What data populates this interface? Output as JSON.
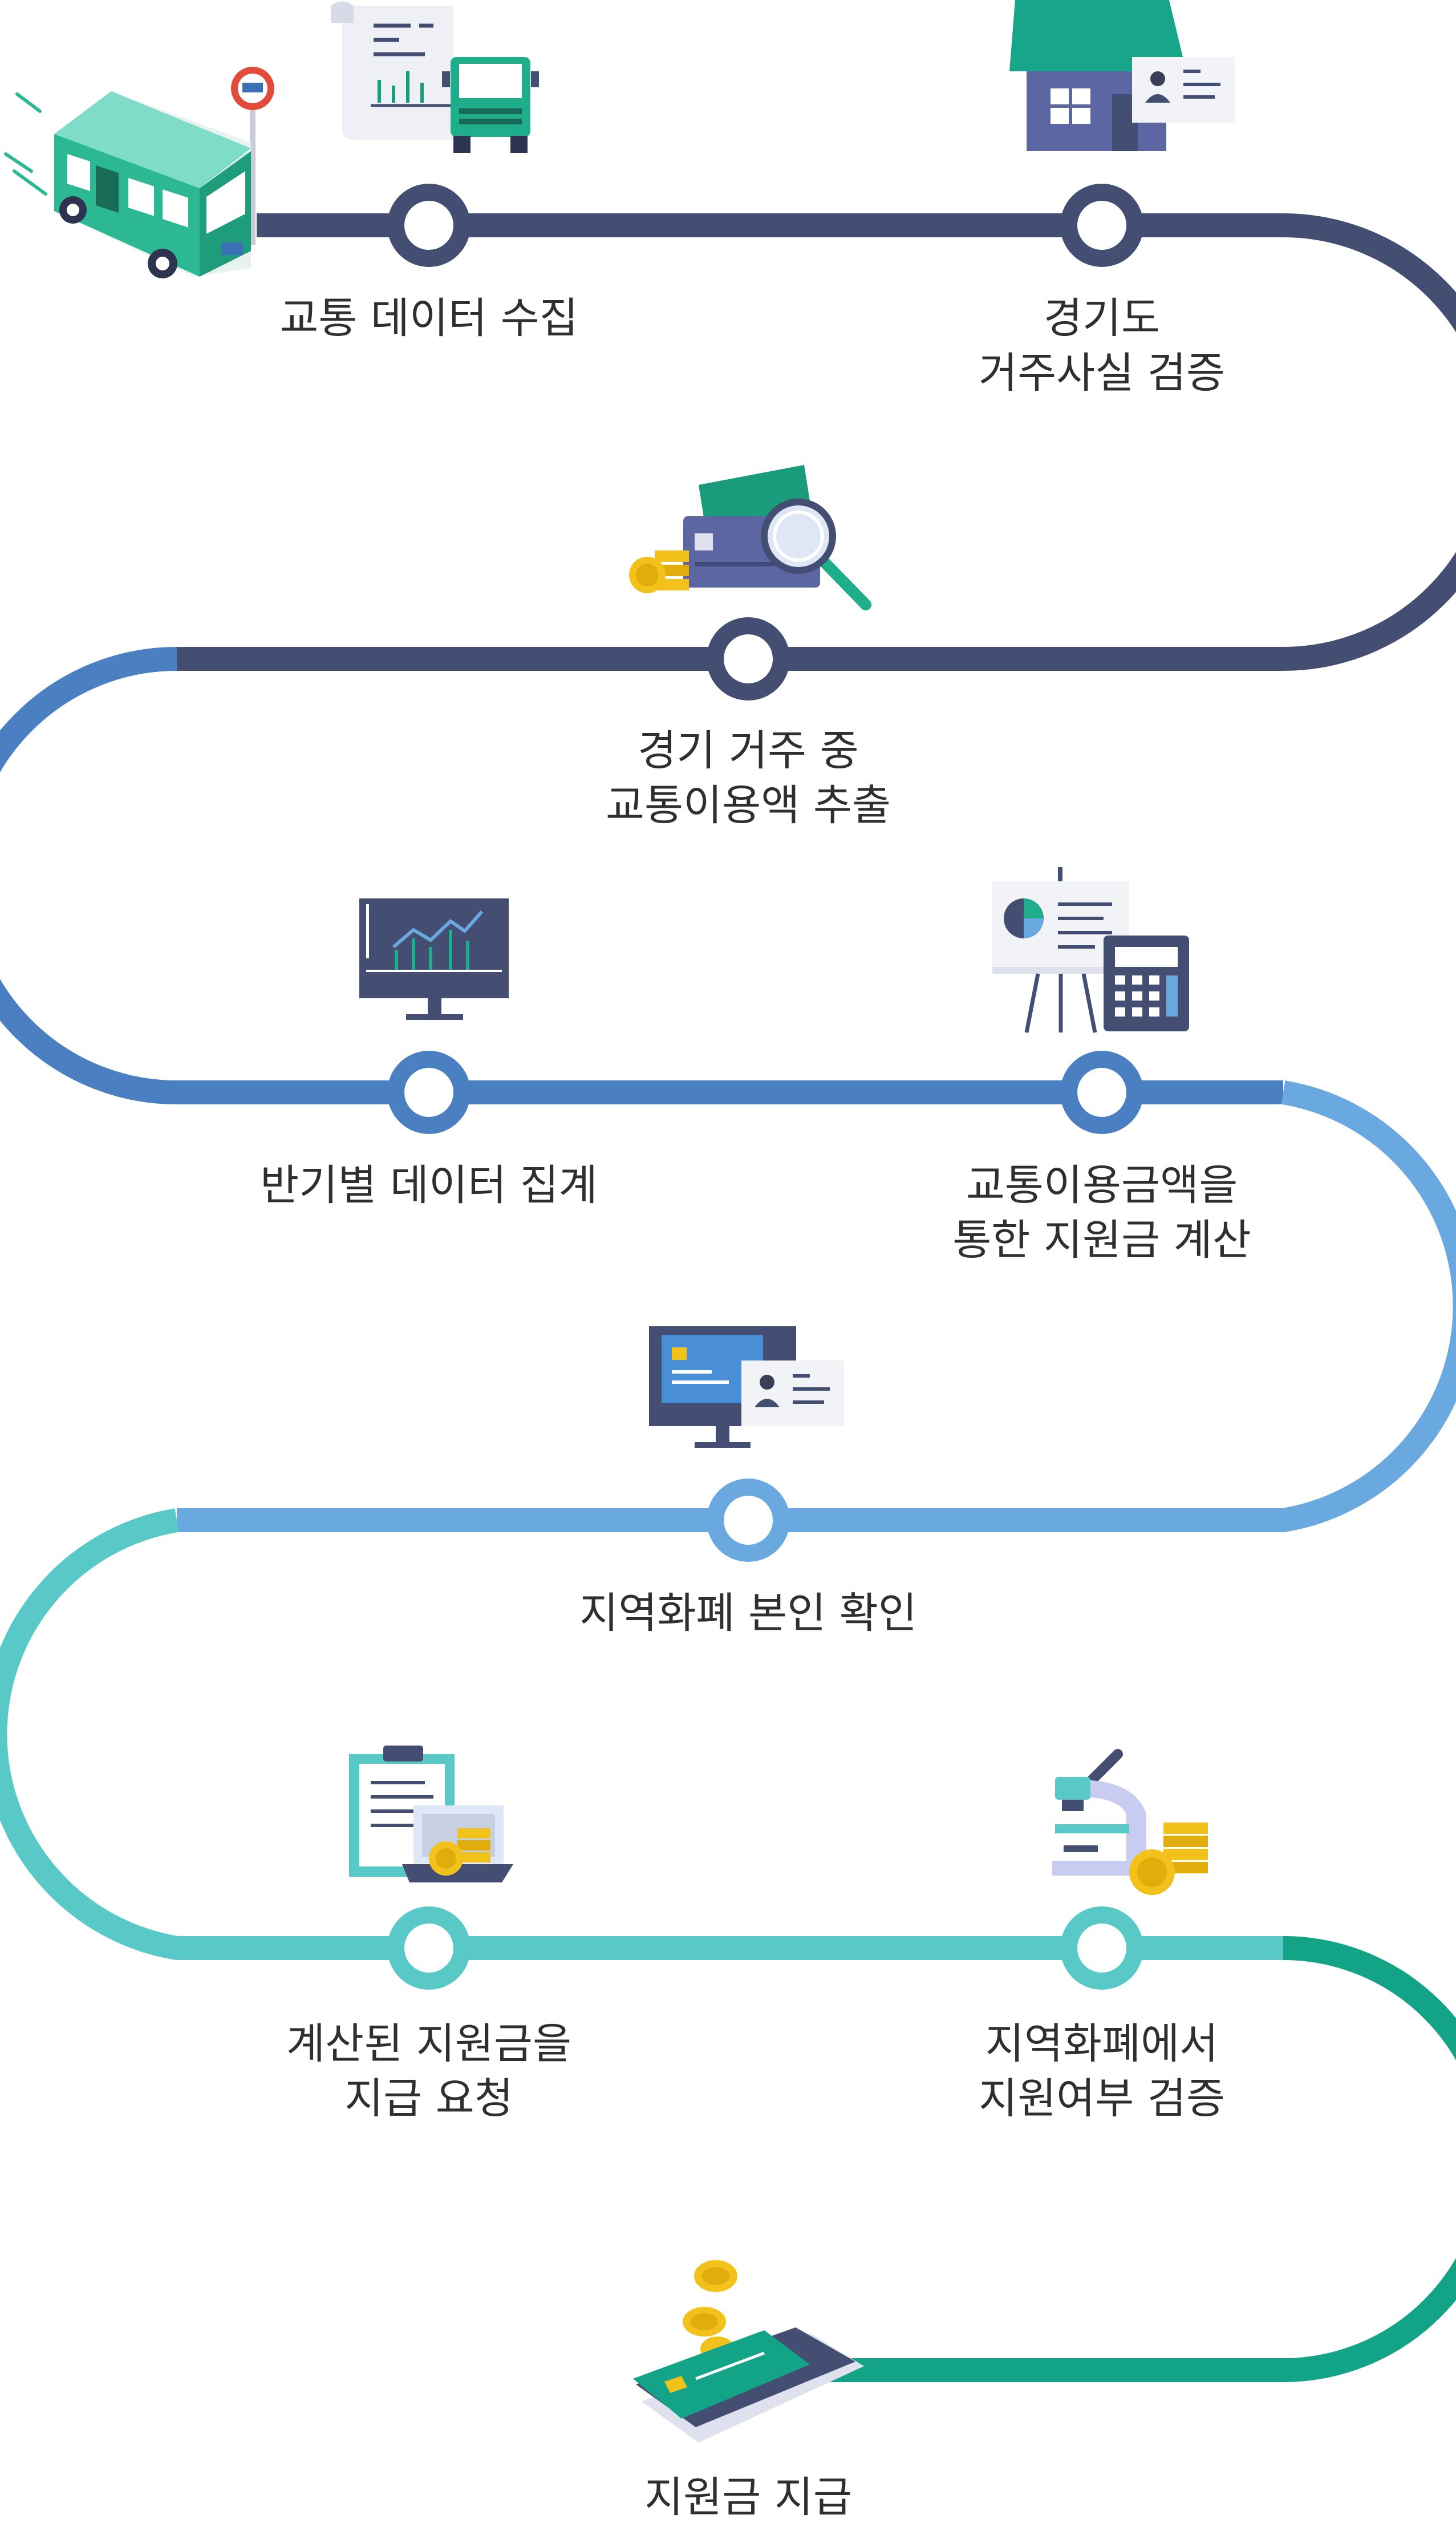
{
  "colors": {
    "navy": "#434e72",
    "blue": "#4a7fc2",
    "light_blue": "#6aa8e0",
    "teal": "#58c9c7",
    "green": "#13a386",
    "bus_green": "#2db894",
    "gold": "#f2c21a",
    "text": "#2f2f2f"
  },
  "steps": [
    {
      "icon": "bus-icon",
      "lines": [
        "교통 데이터 수집"
      ]
    },
    {
      "icon": "truck-report-icon",
      "lines": []
    },
    {
      "icon": "house-id-icon",
      "lines": [
        "경기도",
        "거주사실 검증"
      ]
    },
    {
      "icon": "card-magnifier-icon",
      "lines": [
        "경기 거주 중",
        "교통이용액 추출"
      ]
    },
    {
      "icon": "monitor-chart-icon",
      "lines": [
        "반기별 데이터 집계"
      ]
    },
    {
      "icon": "presentation-calculator-icon",
      "lines": [
        "교통이용금액을",
        "통한 지원금 계산"
      ]
    },
    {
      "icon": "monitor-id-icon",
      "lines": [
        "지역화폐 본인 확인"
      ]
    },
    {
      "icon": "clipboard-laptop-icon",
      "lines": [
        "계산된 지원금을",
        "지급 요청"
      ]
    },
    {
      "icon": "microscope-coins-icon",
      "lines": [
        "지역화폐에서",
        "지원여부 검증"
      ]
    },
    {
      "icon": "card-phone-coins-icon",
      "lines": [
        "지원금 지급"
      ]
    }
  ]
}
